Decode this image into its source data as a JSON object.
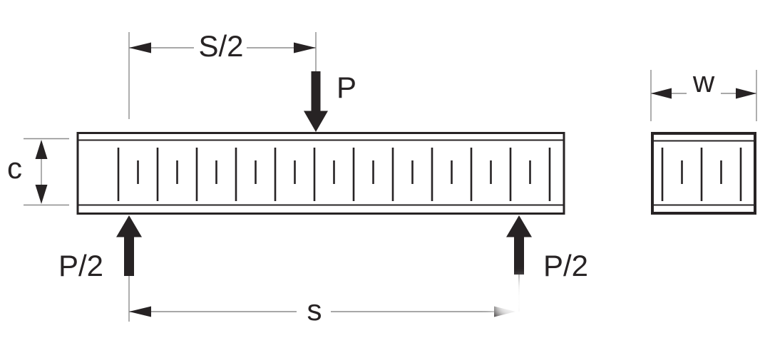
{
  "figure": {
    "labels": {
      "half_span": "S/2",
      "load": "P",
      "left_reaction": "P/2",
      "right_reaction": "P/2",
      "span": "s",
      "specimen_depth": "c",
      "specimen_width": "w"
    },
    "elevation": {
      "long_crack_lines": 12,
      "short_crack_lines": 11
    },
    "cross_section": {
      "long_crack_lines": 3,
      "short_crack_lines": 2
    },
    "colors": {
      "ink": "#272324",
      "dimension_line": "#8c8c8c",
      "background": "#ffffff"
    }
  }
}
